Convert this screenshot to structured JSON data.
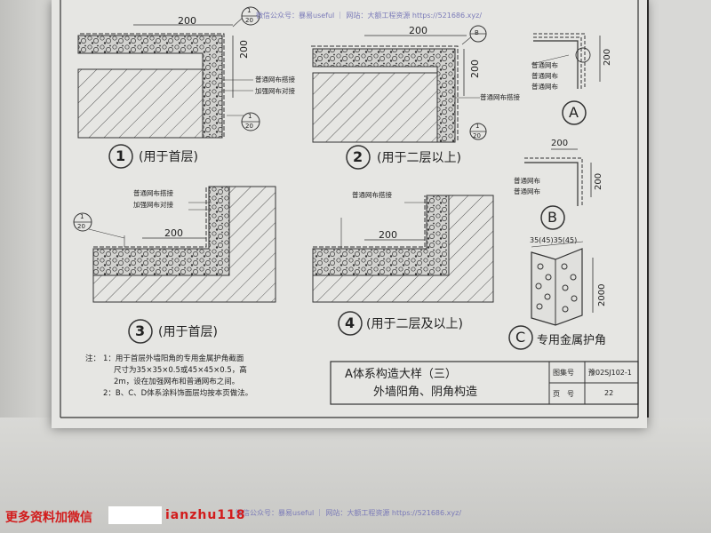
{
  "watermark": {
    "top": "微信公众号：暴易useful ｜ 网站：大额工程资源 https://521686.xyz/",
    "bottom": "微信公众号：暴易useful ｜ 网站：大额工程资源 https://521686.xyz/"
  },
  "dims": {
    "d200": "200",
    "d2000": "2000",
    "angle_dim": "35(45)35(45)"
  },
  "labels": {
    "mesh_lap": "普通网布搭接",
    "mesh_butt": "加强网布对接",
    "mesh_plain": "普通网布"
  },
  "callout": {
    "top": "1",
    "bottom": "20"
  },
  "callout_b": "B",
  "callout_c": "C",
  "details": {
    "d1": {
      "num": "1",
      "caption": "(用于首层)"
    },
    "d2": {
      "num": "2",
      "caption": "(用于二层以上)"
    },
    "d3": {
      "num": "3",
      "caption": "(用于首层)"
    },
    "d4": {
      "num": "4",
      "caption": "(用于二层及以上)"
    },
    "dA": {
      "letter": "A"
    },
    "dB": {
      "letter": "B"
    },
    "dC": {
      "letter": "C",
      "caption": "专用金属护角"
    }
  },
  "notes": {
    "prefix": "注：",
    "line1": "1：用于首层外墙阳角的专用金属护角截面",
    "line2": "尺寸为35×35×0.5或45×45×0.5，高",
    "line3": "2m，设在加强网布和普通网布之间。",
    "line4": "2：B、C、D体系涂料饰面层均按本页做法。"
  },
  "title_block": {
    "title_line1": "A体系构造大样（三）",
    "title_line2": "外墙阳角、阴角构造",
    "atlas_label": "图集号",
    "atlas_value": "豫02SJ102-1",
    "page_label": "页　号",
    "page_value": "22"
  },
  "overlay": {
    "left_text": "更多资料加微信",
    "right_text": "ianzhu118"
  }
}
